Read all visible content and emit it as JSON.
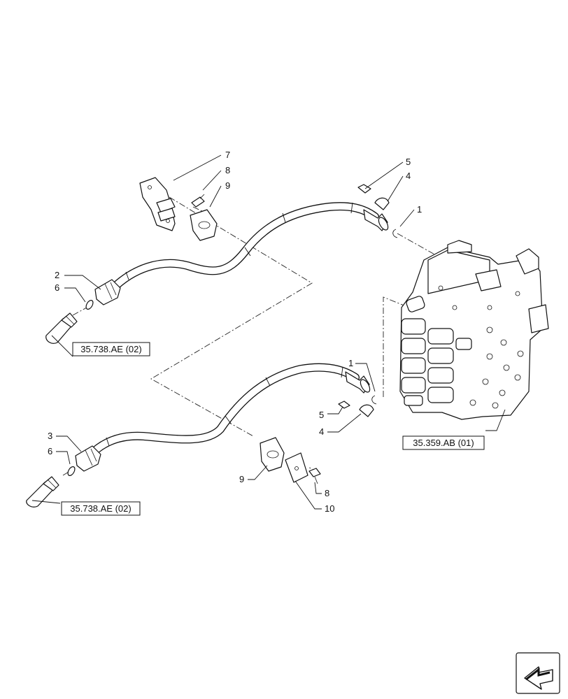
{
  "callouts": {
    "c1_top": "1",
    "c1_bot": "1",
    "c2": "2",
    "c3": "3",
    "c4_top": "4",
    "c4_bot": "4",
    "c5_top": "5",
    "c5_bot": "5",
    "c6_top": "6",
    "c6_bot": "6",
    "c7": "7",
    "c8_top": "8",
    "c8_bot": "8",
    "c9_top": "9",
    "c9_bot": "9",
    "c10": "10"
  },
  "references": {
    "fitting_top": "35.738.AE (02)",
    "fitting_bot": "35.738.AE (02)",
    "valve": "35.359.AB (01)"
  },
  "icons": {
    "nav": "arrow-navigation-icon"
  }
}
